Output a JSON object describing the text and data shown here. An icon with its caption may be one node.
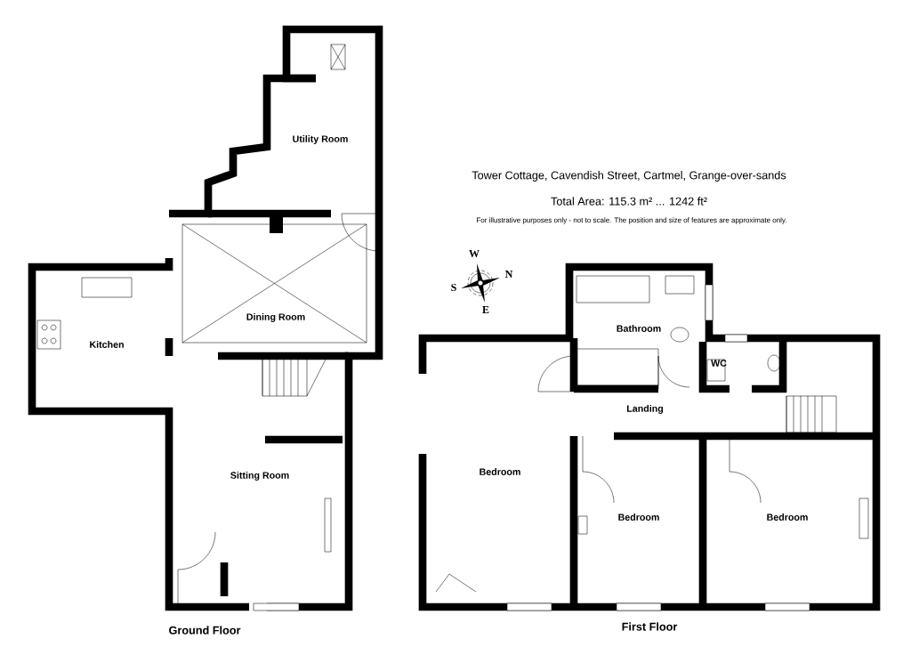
{
  "diagram": {
    "title": "Tower Cottage, Cavendish Street, Cartmel, Grange-over-sands",
    "labels": [
      "Total Area: 115.3 m² ... 1242 ft²",
      "For illustrative purposes only - not to scale. The position and size of features are approximate only.",
      "W",
      "N",
      "S",
      "E",
      "Utility Room",
      "Dining Room",
      "Kitchen",
      "Sitting Room",
      "Ground Floor",
      "Bathroom",
      "WC",
      "Landing",
      "Bedroom",
      "Bedroom",
      "Bedroom",
      "First Floor"
    ]
  }
}
